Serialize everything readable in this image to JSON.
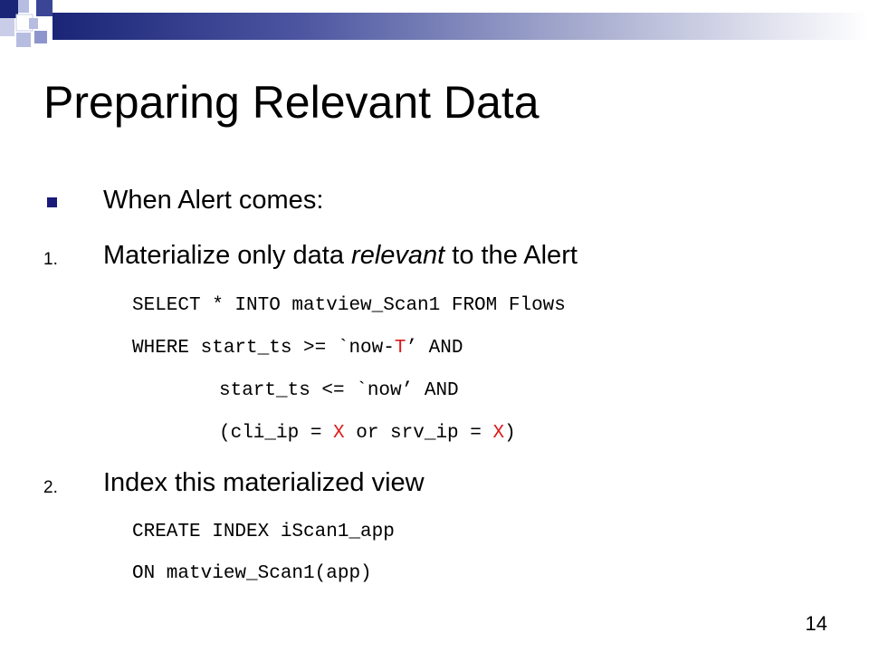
{
  "slide": {
    "title": "Preparing Relevant Data",
    "page_number": "14",
    "accent_color": "#1a2577",
    "bullet": "When Alert comes:",
    "steps": [
      {
        "number": "1.",
        "text_before": "Materialize only data ",
        "text_emphasis": "relevant",
        "text_after": " to the Alert",
        "code": {
          "line1": "SELECT * INTO matview_Scan1 FROM Flows",
          "line2_a": "WHERE start_ts >= `now-",
          "line2_red": "T",
          "line2_b": "’ AND",
          "line3": "start_ts <= `now’ AND",
          "line4_a": "(cli_ip = ",
          "line4_red1": "X",
          "line4_b": " or srv_ip = ",
          "line4_red2": "X",
          "line4_c": ")"
        }
      },
      {
        "number": "2.",
        "text": "Index this materialized view",
        "code": {
          "line1": "CREATE INDEX iScan1_app",
          "line2": "ON matview_Scan1(app)"
        }
      }
    ]
  }
}
